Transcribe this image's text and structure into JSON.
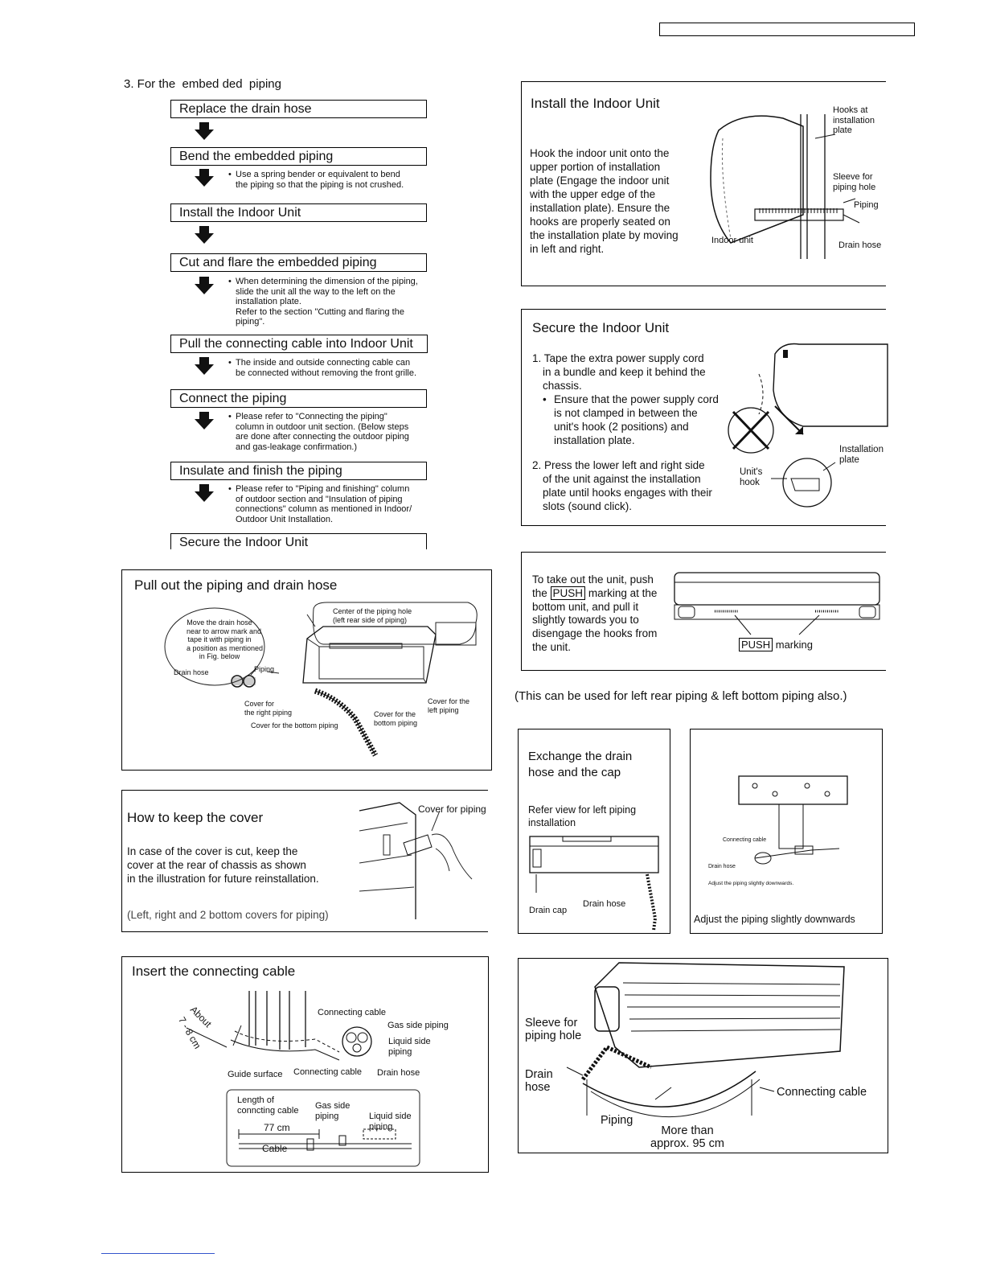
{
  "header_box": "",
  "section_title": "3. For the  embed ded  piping",
  "flow": {
    "steps": [
      "Replace the drain hose",
      "Bend the embedded piping",
      "Install the Indoor Unit",
      "Cut and flare the embedded piping",
      "Pull the connecting cable into Indoor Unit",
      "Connect the piping",
      "Insulate and finish the piping",
      "Secure the Indoor Unit"
    ],
    "notes": {
      "bend": [
        "Use a spring bender or equivalent to bend",
        "the piping so that the piping is not crushed."
      ],
      "cut": [
        "When determining the dimension of the piping,",
        "slide the unit all the way to the left on the",
        "installation plate.",
        "Refer to the section \"Cutting and flaring the",
        "piping\"."
      ],
      "pull": [
        "The inside and outside connecting cable can",
        "be connected without removing the front grille."
      ],
      "connect": [
        "Please refer to \"Connecting the piping\"",
        "column in outdoor unit section. (Below steps",
        "are done after connecting the outdoor piping",
        "and gas-leakage confirmation.)"
      ],
      "insulate": [
        "Please refer to \"Piping and finishing\" column",
        "of outdoor section and \"Insulation of piping",
        "connections\" column as mentioned in Indoor/",
        "Outdoor Unit Installation."
      ]
    }
  },
  "pull_out": {
    "title": "Pull out the piping and drain hose",
    "callout_left": [
      "Move the drain hose",
      "near to arrow mark and",
      "tape it with piping in",
      "a position as mentioned",
      "in Fig. below"
    ],
    "callout_right": [
      "Center of the piping hole",
      "(left rear side of piping)"
    ],
    "labels": {
      "drain_hose": "Drain hose",
      "piping": "Piping",
      "cover_right": [
        "Cover for",
        "the right piping"
      ],
      "cover_bottom_center": [
        "Cover for  the",
        "bottom piping"
      ],
      "cover_left": [
        "Cover  for the",
        "left piping"
      ],
      "cover_bottom": "Cover for the bottom piping"
    }
  },
  "keep_cover": {
    "title": "How to keep the cover",
    "text": [
      "In case of the cover is cut, keep the",
      "cover at the rear of chassis as shown",
      "in the illustration for future reinstallation."
    ],
    "note": "(Left, right and 2 bottom covers for piping)",
    "label": "Cover for piping"
  },
  "insert_cable": {
    "title": "Insert the connecting cable",
    "about": "About",
    "range": "7 - 8 cm",
    "labels": {
      "connecting_cable_top": "Connecting cable",
      "gas_side": "Gas side piping",
      "liquid_side": [
        "Liquid side",
        "piping"
      ],
      "guide_surface": "Guide surface",
      "connecting_cable_bottom": "Connecting cable",
      "drain_hose": "Drain hose"
    },
    "inset": {
      "length_of": [
        "Length of",
        "conncting cable"
      ],
      "gas_side": [
        "Gas side",
        "piping"
      ],
      "liquid_side": [
        "Liquid side",
        "piping"
      ],
      "length": "77 cm",
      "cable": "Cable"
    }
  },
  "install_indoor": {
    "title": "Install the Indoor Unit",
    "text": [
      "Hook the indoor unit onto the",
      "upper portion of installation",
      "plate (Engage the indoor unit",
      "with the upper edge of the",
      "installation plate). Ensure the",
      "hooks are properly seated on",
      "the installation plate by moving",
      "in left and right."
    ],
    "labels": {
      "hooks": [
        "Hooks at",
        "installation",
        "plate"
      ],
      "sleeve": [
        "Sleeve for",
        "piping hole"
      ],
      "piping": "Piping",
      "indoor_unit": "Indoor unit",
      "drain_hose": "Drain hose"
    }
  },
  "secure_indoor": {
    "title": "Secure the Indoor Unit",
    "items": [
      [
        "1. Tape the extra power supply cord",
        "in a bundle and keep it behind the",
        "chassis."
      ],
      [
        "Ensure that the power supply cord",
        "is not clamped in between the",
        "unit's hook (2 positions) and",
        "installation plate."
      ],
      [
        "2. Press the lower left and right side",
        "of the unit against the installation",
        "plate until hooks engages with their",
        "slots (sound click)."
      ]
    ],
    "labels": {
      "installation_plate": [
        "Installation",
        "plate"
      ],
      "units_hook": [
        "Unit's",
        "hook"
      ]
    }
  },
  "take_out": {
    "text_before": "To take out the unit, push",
    "the": "the",
    "push": "PUSH",
    "text_after": "marking at the",
    "text_rest": [
      "bottom unit, and pull it",
      "slightly towards you to",
      "disengage the hooks from",
      "the unit."
    ],
    "marking": "marking"
  },
  "also_note": "(This can be used for left rear piping & left bottom piping also.)",
  "exchange": {
    "title": [
      "Exchange the drain",
      "hose and the cap"
    ],
    "ref": [
      "Refer view for left piping",
      "installation"
    ],
    "drain_cap": "Drain cap",
    "drain_hose": "Drain hose"
  },
  "adjust": {
    "connecting_cable": "Connecting cable",
    "drain_hose": "Drain hose",
    "small_caption": "Adjust the piping slightly downwards.",
    "caption": "Adjust the piping slightly downwards"
  },
  "final_fig": {
    "sleeve": [
      "Sleeve for",
      "piping hole"
    ],
    "drain": [
      "Drain",
      "hose"
    ],
    "piping": "Piping",
    "connecting_cable": "Connecting cable",
    "distance": [
      "More than",
      "approx. 95 cm"
    ]
  }
}
